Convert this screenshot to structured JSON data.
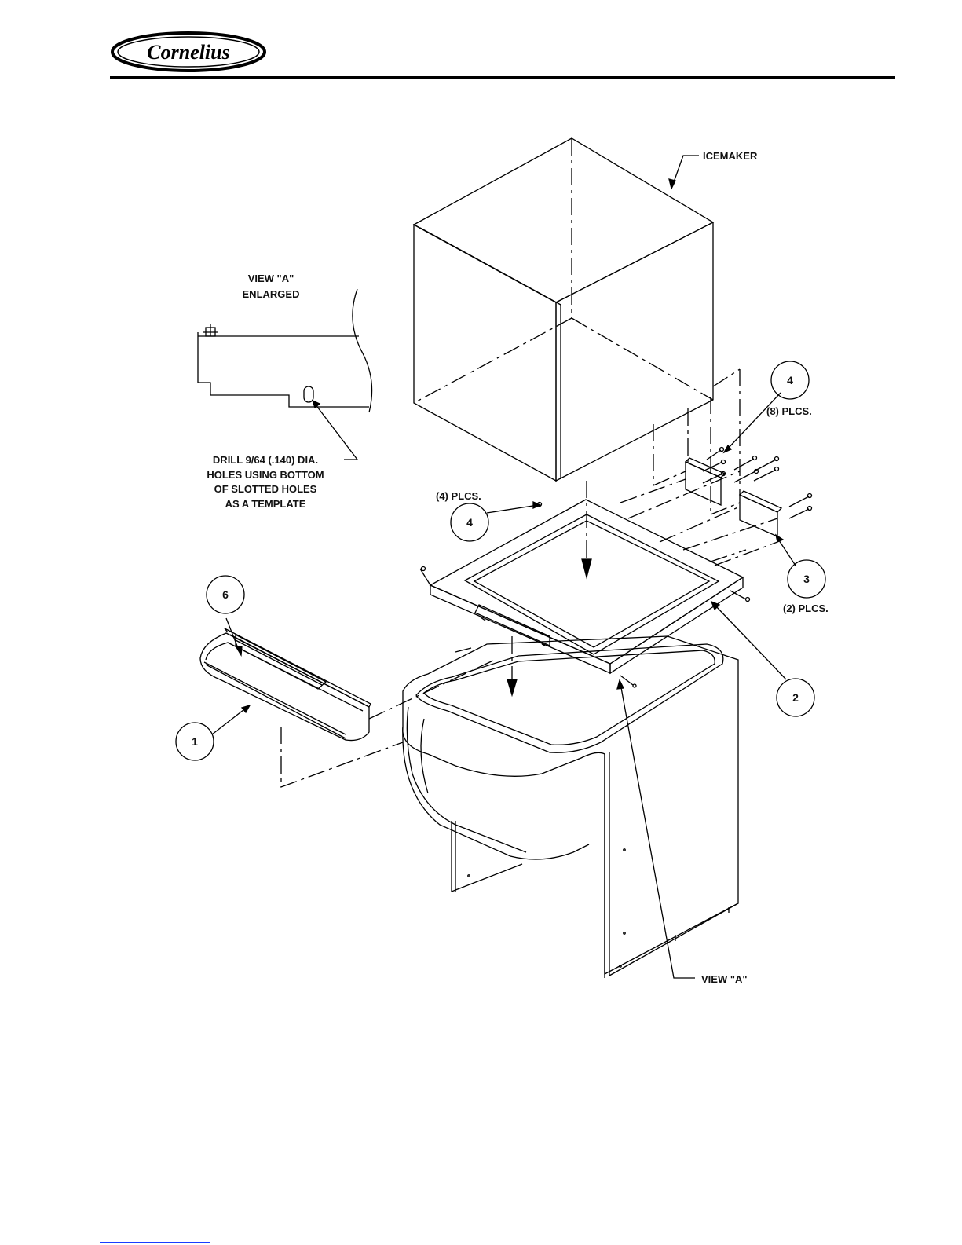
{
  "brand": {
    "logo_text": "Cornelius"
  },
  "labels": {
    "icemaker": "ICEMAKER",
    "view_a_title_line1": "VIEW \"A\"",
    "view_a_title_line2": "ENLARGED",
    "drill_line1": "DRILL 9/64 (.140) DIA.",
    "drill_line2": "HOLES USING BOTTOM",
    "drill_line3": "OF SLOTTED HOLES",
    "drill_line4": "AS A TEMPLATE",
    "plcs_8": "(8) PLCS.",
    "plcs_4": "(4) PLCS.",
    "plcs_2": "(2) PLCS.",
    "view_a": "VIEW \"A\""
  },
  "callouts": {
    "c1": "1",
    "c2": "2",
    "c3": "3",
    "c4a": "4",
    "c4b": "4",
    "c6": "6"
  }
}
